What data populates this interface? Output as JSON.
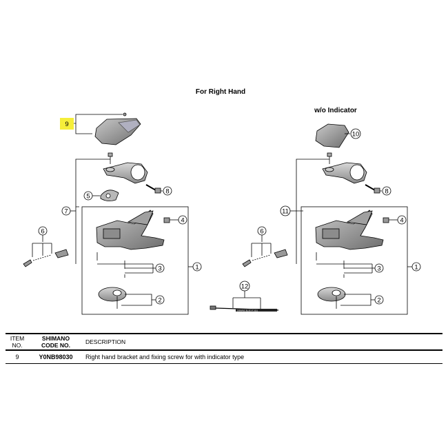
{
  "diagram": {
    "title": "For Right Hand",
    "subtitle": "w/o Indicator",
    "highlight_color": "#f5ee3a",
    "callouts_left": [
      "9",
      "7",
      "5",
      "8",
      "6",
      "4",
      "3",
      "2",
      "1"
    ],
    "callouts_right": [
      "10",
      "11",
      "8",
      "6",
      "4",
      "3",
      "2",
      "1",
      "12"
    ],
    "cable_text": "SHIMANO BLUE XT 2021"
  },
  "table": {
    "headers": {
      "item": [
        "ITEM",
        "NO."
      ],
      "code": [
        "SHIMANO",
        "CODE NO."
      ],
      "description": "DESCRIPTION"
    },
    "rows": [
      {
        "item": "9",
        "code": "Y0NB98030",
        "description": "Right hand bracket and fixing screw for with indicator type"
      }
    ]
  }
}
